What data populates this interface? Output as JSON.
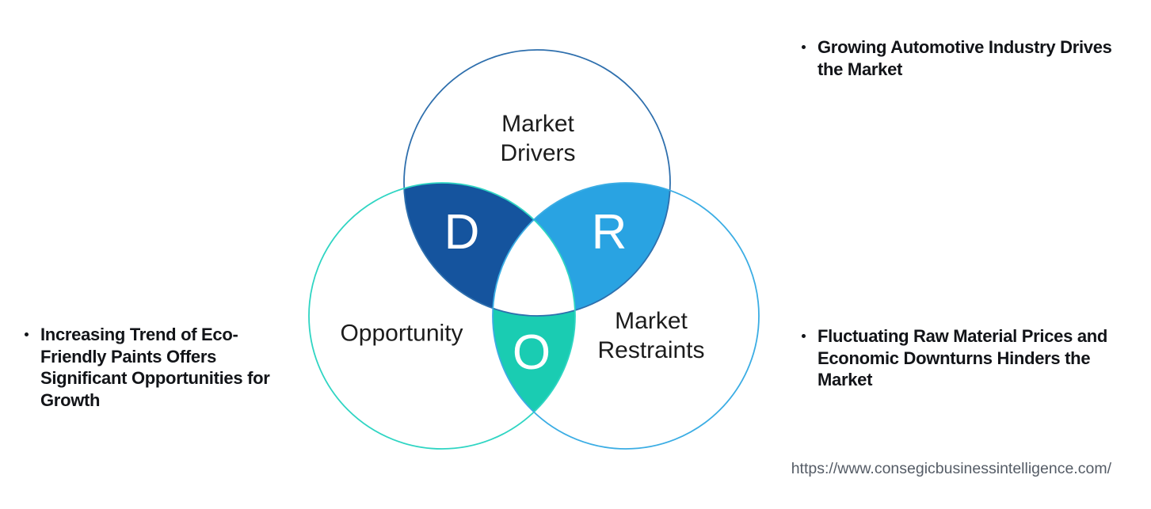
{
  "diagram": {
    "title": "DRO (Drivers, Restraints, Opportunity) Venn diagram",
    "circles": [
      {
        "id": "drivers",
        "label": "Market\nDrivers",
        "outline_color": "#2e6fad"
      },
      {
        "id": "opportunity",
        "label": "Opportunity",
        "outline_color": "#2fd5c3"
      },
      {
        "id": "restraints",
        "label": "Market\nRestraints",
        "outline_color": "#3bade4"
      }
    ],
    "overlaps": [
      {
        "id": "drivers-overlap",
        "letter": "D",
        "color": "#15549e"
      },
      {
        "id": "restraints-overlap",
        "letter": "R",
        "color": "#29a3e2"
      },
      {
        "id": "opportunity-overlap",
        "letter": "O",
        "color": "#1accb2"
      }
    ]
  },
  "annotations": {
    "drivers": {
      "text": "Growing Automotive Industry Drives\nthe Market"
    },
    "opportunity": {
      "text": "Increasing Trend of Eco-\nFriendly Paints Offers\nSignificant Opportunities for\nGrowth"
    },
    "restraints": {
      "text": "Fluctuating Raw Material Prices and\nEconomic Downturns Hinders the\nMarket"
    }
  },
  "footer": {
    "url": "https://www.consegicbusinessintelligence.com/"
  }
}
